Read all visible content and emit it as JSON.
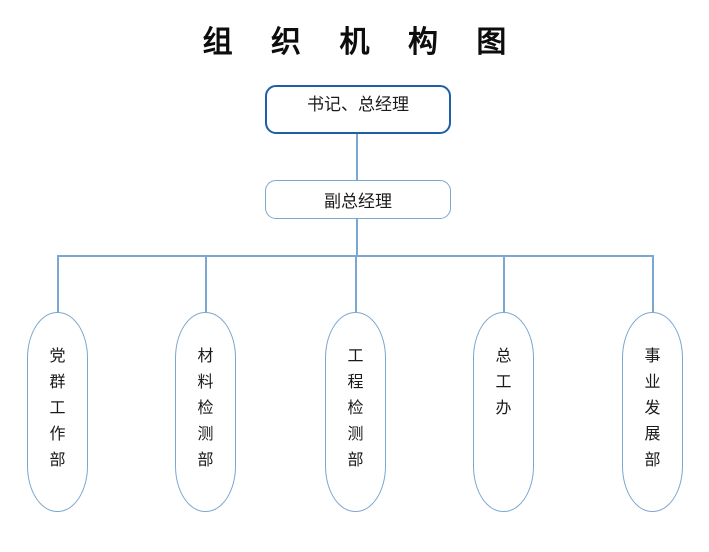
{
  "chart_data": {
    "type": "diagram",
    "diagram_kind": "organizational-chart",
    "title": "组 织 机 构 图",
    "orientation": "top-down",
    "levels": 3,
    "nodes": [
      {
        "id": "n1",
        "label": "书记、总经理",
        "level": 1,
        "text_orientation": "horizontal",
        "emphasis": "primary"
      },
      {
        "id": "n2",
        "label": "副总经理",
        "level": 2,
        "text_orientation": "horizontal",
        "emphasis": "normal"
      },
      {
        "id": "d1",
        "label": "党群工作部",
        "level": 3,
        "text_orientation": "vertical",
        "emphasis": "normal"
      },
      {
        "id": "d2",
        "label": "材料检测部",
        "level": 3,
        "text_orientation": "vertical",
        "emphasis": "normal"
      },
      {
        "id": "d3",
        "label": "工程检测部",
        "level": 3,
        "text_orientation": "vertical",
        "emphasis": "normal"
      },
      {
        "id": "d4",
        "label": "总工办",
        "level": 3,
        "text_orientation": "vertical",
        "emphasis": "normal"
      },
      {
        "id": "d5",
        "label": "事业发展部",
        "level": 3,
        "text_orientation": "vertical",
        "emphasis": "normal"
      }
    ],
    "edges": [
      {
        "from": "n1",
        "to": "n2"
      },
      {
        "from": "n2",
        "to": "d1"
      },
      {
        "from": "n2",
        "to": "d2"
      },
      {
        "from": "n2",
        "to": "d3"
      },
      {
        "from": "n2",
        "to": "d4"
      },
      {
        "from": "n2",
        "to": "d5"
      }
    ],
    "colors": {
      "background": "#ffffff",
      "title_text": "#0d0d0d",
      "node_text": "#1a1a1a",
      "primary_border": "#1f5fa8",
      "normal_border": "#7ba7d0",
      "connector": "#7ba7d0"
    }
  },
  "title": "组 织 机 构 图",
  "executive": {
    "primary": "书记、总经理",
    "secondary": "副总经理"
  },
  "departments": [
    "党群工作部",
    "材料检测部",
    "工程检测部",
    "总工办",
    "事业发展部"
  ]
}
